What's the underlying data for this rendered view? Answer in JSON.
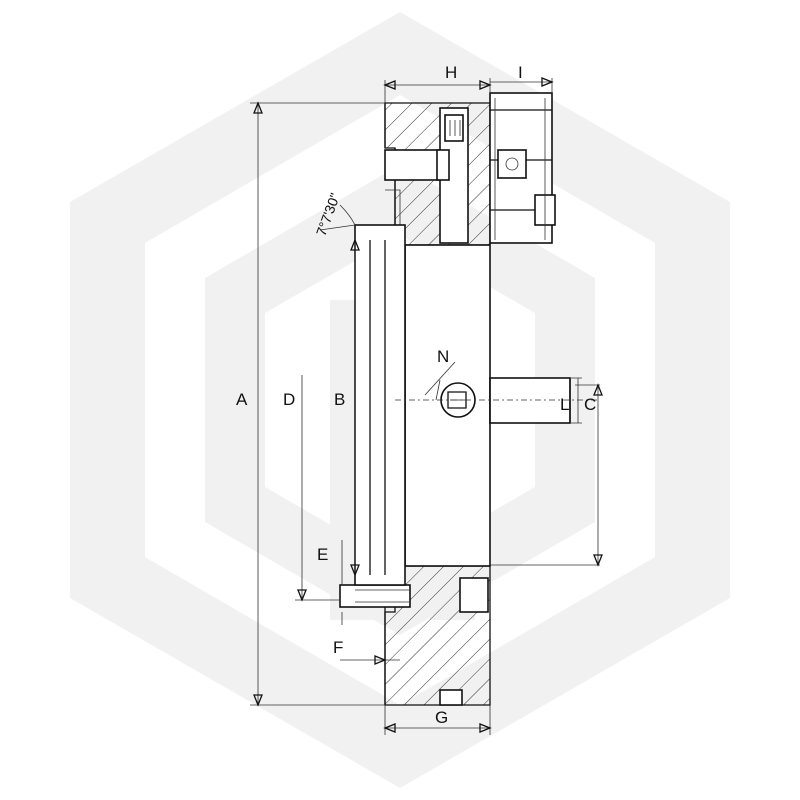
{
  "drawing": {
    "title": "",
    "dimension_labels": {
      "A": "A",
      "B": "B",
      "C": "C",
      "D": "D",
      "E": "E",
      "F": "F",
      "G": "G",
      "H": "H",
      "I": "I",
      "L": "L",
      "N": "N"
    },
    "taper_angle": "7°7'30\""
  },
  "colors": {
    "line": "#111111",
    "watermark": "#eeeeee",
    "background": "#ffffff"
  }
}
